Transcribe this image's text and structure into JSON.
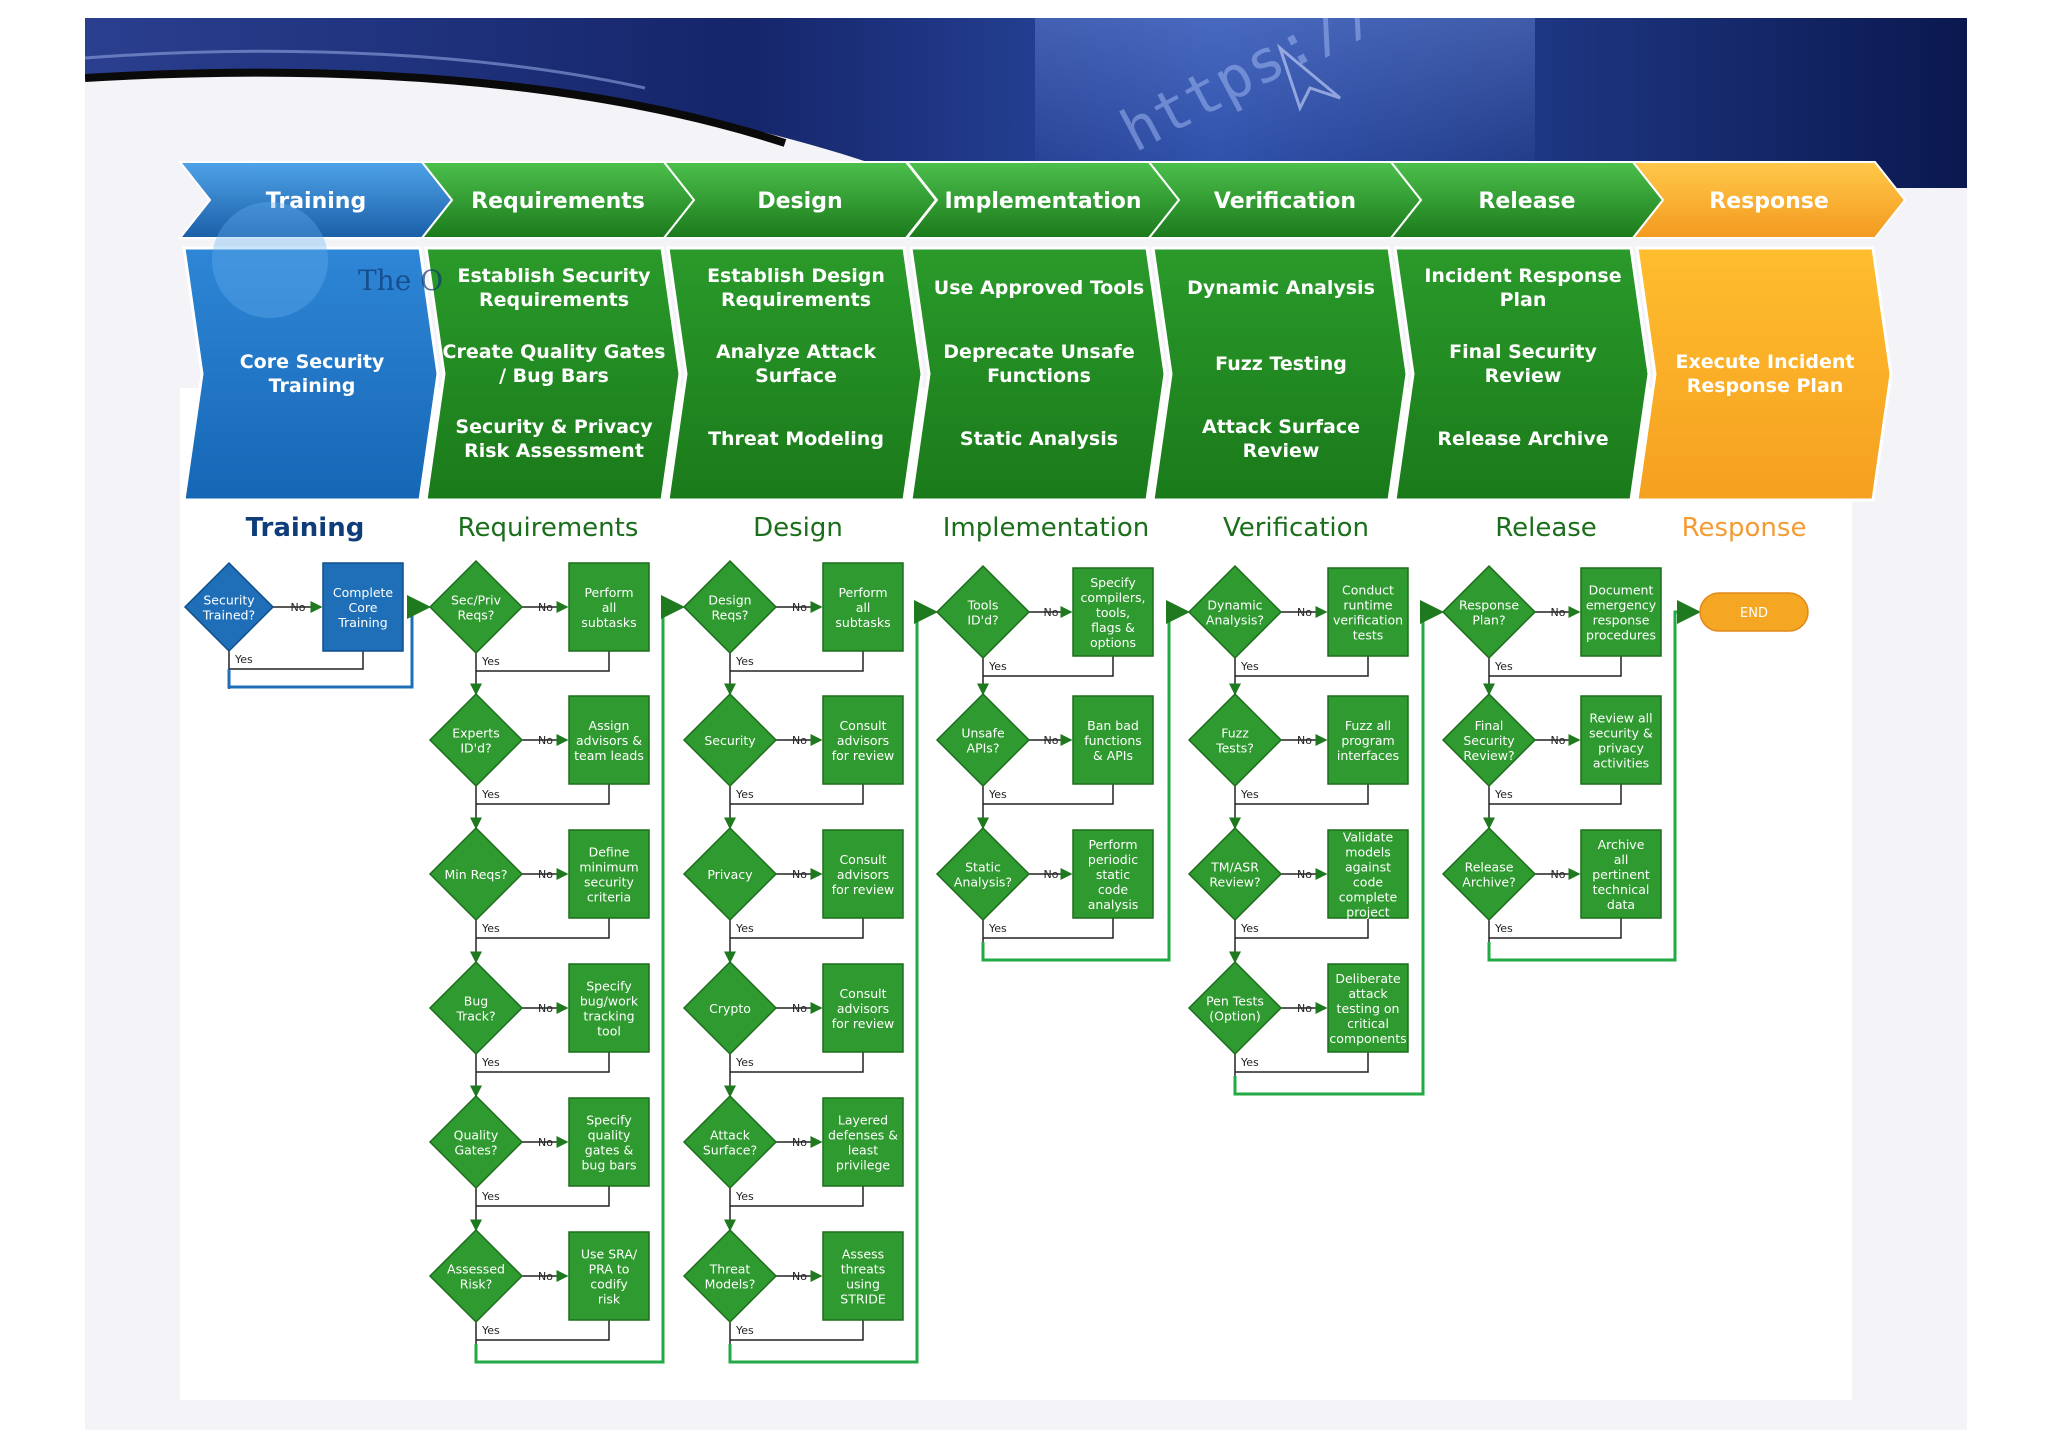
{
  "banner": {
    "url_text": "https://",
    "partial_text": "The O"
  },
  "colors": {
    "green": "#2f9a2f",
    "green_dark": "#1b6e1b",
    "blue": "#1f6fb8",
    "blue_dark": "#0f4f8c",
    "orange": "#f5a623",
    "orange_text": "#f39c35",
    "navy": "#0f3d7a",
    "line_green": "#22aa44",
    "line_blue": "#1f6fb8"
  },
  "phases": [
    {
      "title": "Training",
      "activities": [
        "Core Security Training"
      ],
      "section_label": "Training",
      "color": "blue"
    },
    {
      "title": "Requirements",
      "activities": [
        "Establish Security Requirements",
        "Create Quality Gates / Bug Bars",
        "Security & Privacy Risk Assessment"
      ],
      "section_label": "Requirements",
      "color": "green"
    },
    {
      "title": "Design",
      "activities": [
        "Establish Design Requirements",
        "Analyze Attack Surface",
        "Threat Modeling"
      ],
      "section_label": "Design",
      "color": "green"
    },
    {
      "title": "Implementation",
      "activities": [
        "Use Approved Tools",
        "Deprecate Unsafe Functions",
        "Static Analysis"
      ],
      "section_label": "Implementation",
      "color": "green"
    },
    {
      "title": "Verification",
      "activities": [
        "Dynamic Analysis",
        "Fuzz Testing",
        "Attack Surface Review"
      ],
      "section_label": "Verification",
      "color": "green"
    },
    {
      "title": "Release",
      "activities": [
        "Incident Response Plan",
        "Final Security Review",
        "Release Archive"
      ],
      "section_label": "Release",
      "color": "green"
    },
    {
      "title": "Response",
      "activities": [
        "Execute Incident Response Plan"
      ],
      "section_label": "Response",
      "color": "orange"
    }
  ],
  "flow": {
    "yes_label": "Yes",
    "no_label": "No",
    "end_label": "END",
    "columns": [
      {
        "color": "blue",
        "steps": [
          {
            "decision": "Security Trained?",
            "action": "Complete Core Training"
          }
        ]
      },
      {
        "color": "green",
        "steps": [
          {
            "decision": "Sec/Priv Reqs?",
            "action": "Perform all subtasks"
          },
          {
            "decision": "Experts ID'd?",
            "action": "Assign advisors & team leads"
          },
          {
            "decision": "Min Reqs?",
            "action": "Define minimum security criteria"
          },
          {
            "decision": "Bug Track?",
            "action": "Specify bug/work tracking tool"
          },
          {
            "decision": "Quality Gates?",
            "action": "Specify quality gates & bug bars"
          },
          {
            "decision": "Assessed Risk?",
            "action": "Use SRA/ PRA to codify risk"
          }
        ]
      },
      {
        "color": "green",
        "steps": [
          {
            "decision": "Design Reqs?",
            "action": "Perform all subtasks"
          },
          {
            "decision": "Security",
            "action": "Consult advisors for review"
          },
          {
            "decision": "Privacy",
            "action": "Consult advisors for review"
          },
          {
            "decision": "Crypto",
            "action": "Consult advisors for review"
          },
          {
            "decision": "Attack Surface?",
            "action": "Layered defenses & least privilege"
          },
          {
            "decision": "Threat Models?",
            "action": "Assess threats using STRIDE"
          }
        ]
      },
      {
        "color": "green",
        "steps": [
          {
            "decision": "Tools ID'd?",
            "action": "Specify compilers, tools, flags & options"
          },
          {
            "decision": "Unsafe APIs?",
            "action": "Ban bad functions & APIs"
          },
          {
            "decision": "Static Analysis?",
            "action": "Perform periodic static code analysis"
          }
        ]
      },
      {
        "color": "green",
        "steps": [
          {
            "decision": "Dynamic Analysis?",
            "action": "Conduct runtime verification tests"
          },
          {
            "decision": "Fuzz Tests?",
            "action": "Fuzz all program interfaces"
          },
          {
            "decision": "TM/ASR Review?",
            "action": "Validate models against code complete project"
          },
          {
            "decision": "Pen Tests (Option)",
            "action": "Deliberate attack testing on critical components"
          }
        ]
      },
      {
        "color": "green",
        "steps": [
          {
            "decision": "Response Plan?",
            "action": "Document emergency response procedures"
          },
          {
            "decision": "Final Security Review?",
            "action": "Review all security & privacy activities"
          },
          {
            "decision": "Release Archive?",
            "action": "Archive all pertinent technical data"
          }
        ]
      }
    ]
  }
}
